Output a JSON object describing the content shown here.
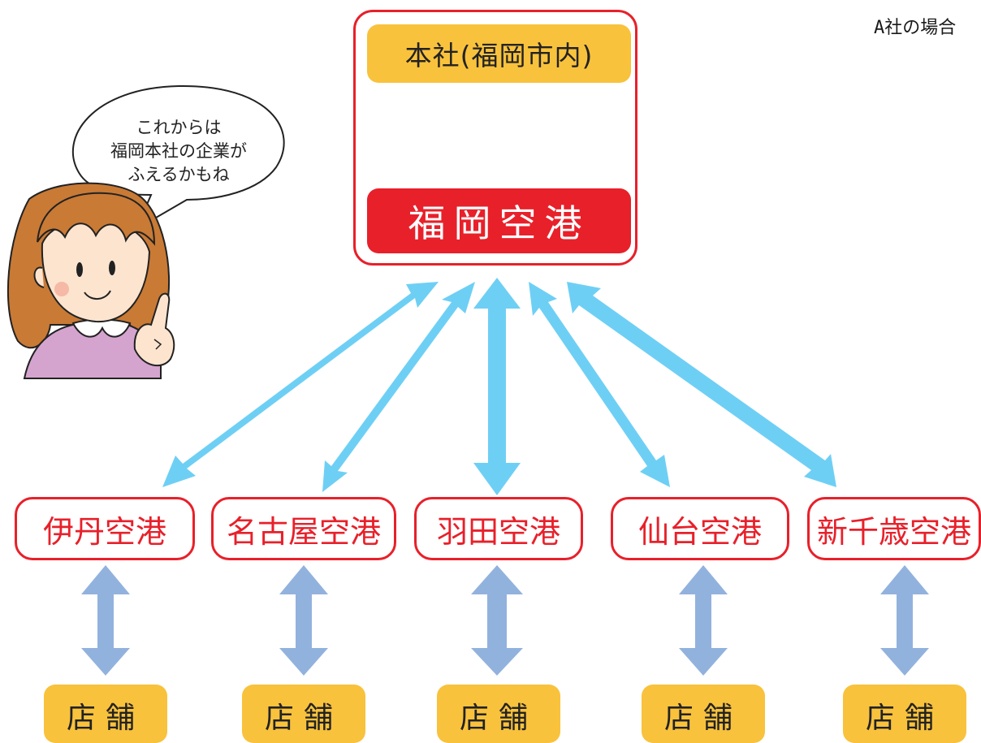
{
  "corner_label": "A社の場合",
  "headquarters": {
    "label": "本社(福岡市内)"
  },
  "main_airport": {
    "label": "福岡空港"
  },
  "speech_bubble": {
    "lines": [
      "これからは",
      "福岡本社の企業が",
      "ふえるかもね"
    ]
  },
  "airports": [
    {
      "label": "伊丹空港"
    },
    {
      "label": "名古屋空港"
    },
    {
      "label": "羽田空港"
    },
    {
      "label": "仙台空港"
    },
    {
      "label": "新千歳空港"
    }
  ],
  "stores": [
    {
      "label": "店舗"
    },
    {
      "label": "店舗"
    },
    {
      "label": "店舗"
    },
    {
      "label": "店舗"
    },
    {
      "label": "店舗"
    }
  ],
  "colors": {
    "frame_red": "#e8202a",
    "box_yellow": "#f9c23c",
    "arrow_cyan": "#6ecff5",
    "arrow_periwinkle": "#92b2de",
    "sweater": "#d4a4cf",
    "hair": "#c97a35",
    "skin": "#fde4cf"
  },
  "icons": [
    "double-arrow",
    "girl-character-illustration",
    "speech-bubble"
  ]
}
